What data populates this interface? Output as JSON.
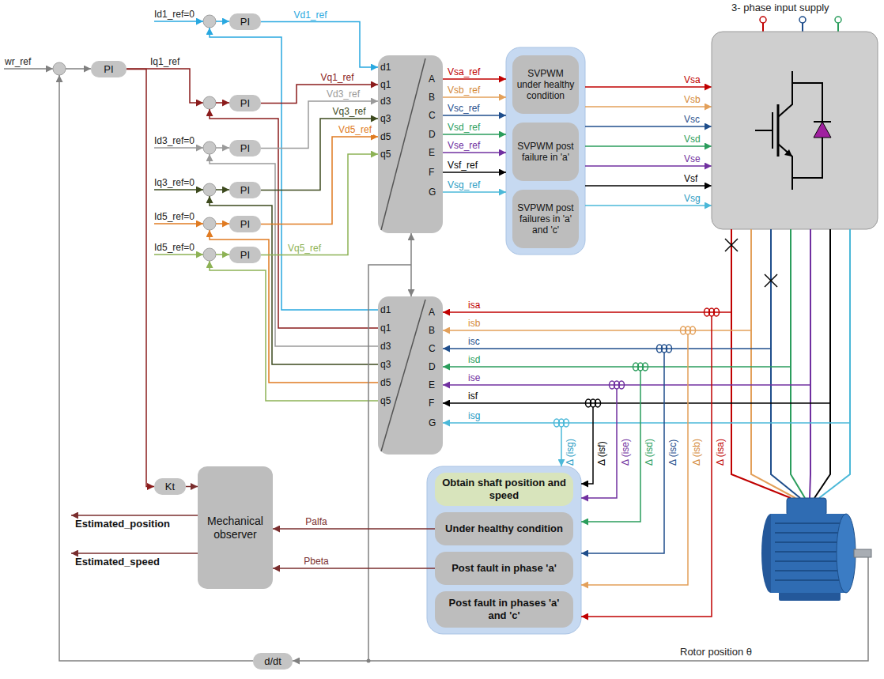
{
  "diagram": {
    "nodes": [
      {
        "text": [
          "PI"
        ]
      },
      {
        "text": [
          "PI"
        ]
      },
      {
        "text": [
          "PI"
        ]
      },
      {
        "text": [
          "PI"
        ]
      },
      {
        "text": [
          "PI"
        ]
      },
      {
        "text": [
          "PI"
        ]
      },
      {
        "text": [
          "PI"
        ]
      },
      {
        "text": [
          "d1",
          "q1",
          "d3",
          "q3",
          "d5",
          "q5",
          "A",
          "B",
          "C",
          "D",
          "E",
          "F",
          "G"
        ]
      },
      {
        "text": [
          "SVPWM under healthy condition"
        ]
      },
      {
        "text": [
          "SVPWM post failure in 'a'"
        ]
      },
      {
        "text": [
          "SVPWM post failures in 'a' and 'c'"
        ]
      },
      {
        "text": [
          "d1",
          "q1",
          "d3",
          "q3",
          "d5",
          "q5",
          "A",
          "B",
          "C",
          "D",
          "E",
          "F",
          "G"
        ]
      },
      {
        "text": [
          "Obtain shaft position and speed"
        ]
      },
      {
        "text": [
          "Under healthy condition"
        ]
      },
      {
        "text": [
          "Post fault in phase 'a'"
        ]
      },
      {
        "text": [
          "Post fault in phases 'a' and 'c'"
        ]
      },
      {
        "text": [
          "Kt"
        ]
      },
      {
        "text": [
          "Mechanical observer"
        ]
      },
      {
        "text": [
          "d/dt"
        ]
      }
    ],
    "edges": [
      {
        "from": 0,
        "to": 7,
        "arrow": "to",
        "label": "Vd1_ref"
      },
      {
        "from": 2,
        "to": 7,
        "arrow": "to",
        "label": "Vq1_ref"
      },
      {
        "from": 3,
        "to": 7,
        "arrow": "to",
        "label": "Vd3_ref"
      },
      {
        "from": 4,
        "to": 7,
        "arrow": "to",
        "label": "Vq3_ref"
      },
      {
        "from": 5,
        "to": 7,
        "arrow": "to",
        "label": "Vd5_ref"
      },
      {
        "from": 6,
        "to": 7,
        "arrow": "to",
        "label": "Vq5_ref"
      },
      {
        "from": 1,
        "to": 16,
        "arrow": "to"
      },
      {
        "from": 16,
        "to": 17,
        "arrow": "to"
      },
      {
        "from": 13,
        "to": 17,
        "arrow": "to",
        "label": "Palfa"
      },
      {
        "from": 14,
        "to": 17,
        "arrow": "to",
        "label": "Pbeta"
      },
      {
        "from": 7,
        "to": 11,
        "arrow": "both"
      }
    ],
    "labels": [
      "3- phase input supply",
      "Id1_ref=0",
      "wr_ref",
      "Iq1_ref",
      "Id3_ref=0",
      "Iq3_ref=0",
      "Id5_ref=0",
      "Id5_ref=0",
      "Vsa_ref",
      "Vsb_ref",
      "Vsc_ref",
      "Vsd_ref",
      "Vse_ref",
      "Vsf_ref",
      "Vsg_ref",
      "Vsa",
      "Vsb",
      "Vsc",
      "Vsd",
      "Vse",
      "Vsf",
      "Vsg",
      "isa",
      "isb",
      "isc",
      "isd",
      "ise",
      "isf",
      "isg",
      "Δ (isg)",
      "Δ (isf)",
      "Δ (ise)",
      "Δ (isd)",
      "Δ (isc)",
      "Δ (isb)",
      "Δ (isa)",
      "Estimated_position",
      "Estimated_speed",
      "Rotor position θ"
    ]
  }
}
